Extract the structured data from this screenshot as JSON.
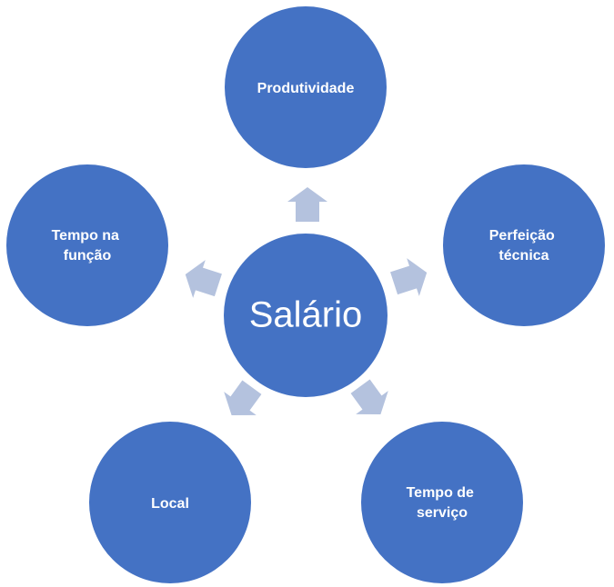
{
  "center": {
    "label": "Salário"
  },
  "nodes": [
    {
      "id": "produtividade",
      "lines": [
        "Produtividade"
      ]
    },
    {
      "id": "perfeicao-tecnica",
      "lines": [
        "Perfeição",
        "técnica"
      ]
    },
    {
      "id": "tempo-de-servico",
      "lines": [
        "Tempo de",
        "serviço"
      ]
    },
    {
      "id": "local",
      "lines": [
        "Local"
      ]
    },
    {
      "id": "tempo-na-funcao",
      "lines": [
        "Tempo na",
        "função"
      ]
    }
  ],
  "colors": {
    "node_fill": "#4472c4",
    "arrow_fill": "#b4c2de",
    "text": "#ffffff"
  }
}
